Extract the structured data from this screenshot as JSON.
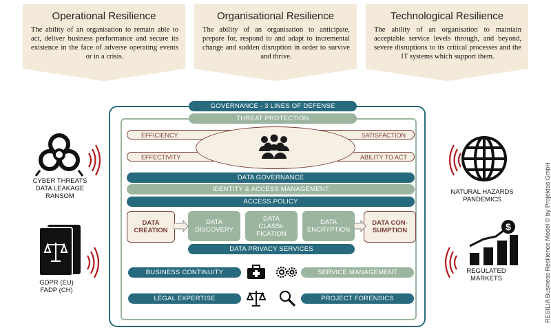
{
  "banners": [
    {
      "title": "Operational Resilience",
      "text": "The ability of an organisation to remain able to act, deliver business performance and secure its existence in the face of adverse operating events or in a crisis."
    },
    {
      "title": "Organisational Resilience",
      "text": "The ability of an organisation to anticipate, prepare for, respond to and adapt to incremental change and sudden disruption in order to survive and thrive."
    },
    {
      "title": "Technological Resilience",
      "text": "The ability of an organisation to maintain acceptable service levels through, and beyond, severe disruptions to its critical processes and the IT systems which support them."
    }
  ],
  "frame": {
    "governance": "GOVERNANCE - 3 LINES OF DEFENSE",
    "threat_protection": "THREAT PROTECTION",
    "efficiency": "EFFICIENCY",
    "satisfaction": "SATISFACTION",
    "effectivity": "EFFECTIVITY",
    "ability_to_act": "ABILITY TO ACT",
    "data_governance": "DATA GOVERNANCE",
    "identity_access": "IDENTITY & ACCESS MANAGEMENT",
    "access_policy": "ACCESS POLICY",
    "data_creation": "DATA\nCREATION",
    "data_discovery": "DATA\nDISCOVERY",
    "data_classification": "DATA\nCLASSI-\nFICATION",
    "data_encryption": "DATA\nENCRYPTION",
    "data_consumption": "DATA CON-\nSUMPTION",
    "data_privacy": "DATA PRIVACY SERVICES",
    "business_continuity": "BUSINESS CONTINUITY",
    "service_management": "SERVICE MANAGEMENT",
    "legal_expertise": "LEGAL EXPERTISE",
    "project_forensics": "PROJECT FORENSICS"
  },
  "left": {
    "threats": "CYBER THREATS\nDATA LEAKAGE\nRANSOM",
    "regulation": "GDPR (EU)\nFADP (CH)"
  },
  "right": {
    "hazards": "NATURAL HAZARDS\nPANDEMICS",
    "markets": "REGULATED\nMARKETS",
    "dollar_symbol": "$"
  },
  "credit": "RESILIA Business Resilience Model © by Projektas GmbH",
  "colors": {
    "teal": "#286a7d",
    "green": "#9bb59f",
    "maroon": "#7a3e3a",
    "banner": "#f3ead9",
    "accent_red": "#b31b1b"
  }
}
